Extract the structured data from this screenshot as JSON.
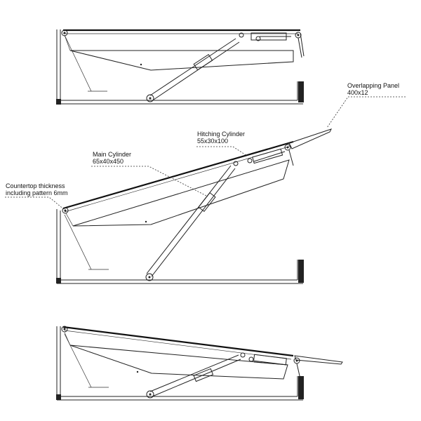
{
  "labels": {
    "overlapping_panel": {
      "name": "Overlapping Panel",
      "size": "400x12"
    },
    "hitching_cylinder": {
      "name": "Hitching Cylinder",
      "size": "55x30x100"
    },
    "main_cylinder": {
      "name": "Main Cylinder",
      "size": "65x40x450"
    },
    "countertop": {
      "line1": "Countertop thickness",
      "line2": "including pattern 6mm"
    }
  },
  "colors": {
    "line": "#222222",
    "background": "#ffffff"
  }
}
